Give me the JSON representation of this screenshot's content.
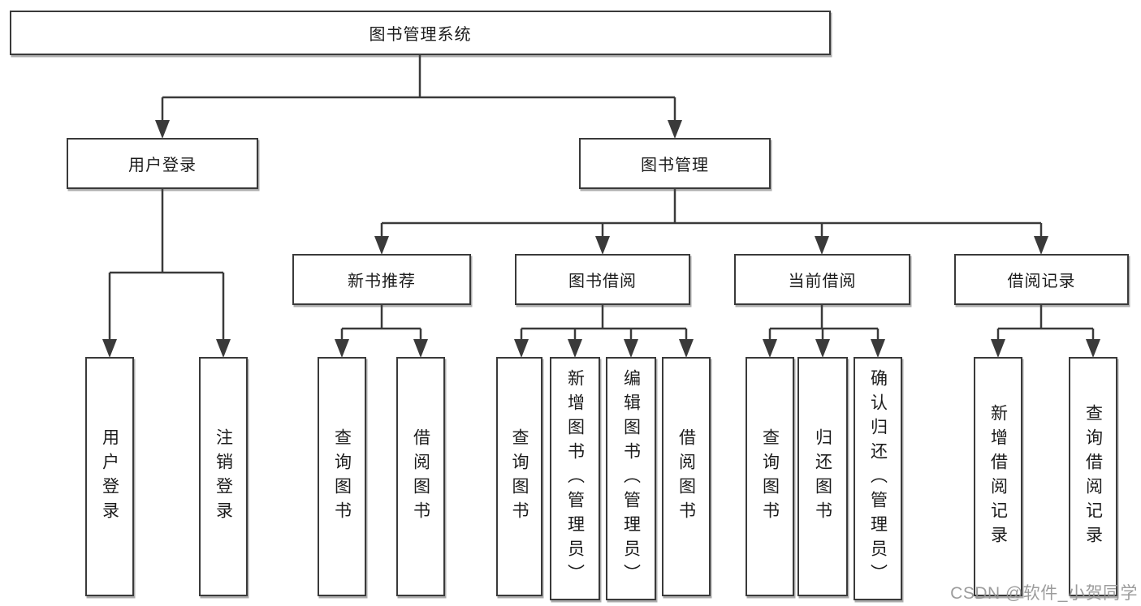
{
  "diagram": {
    "root": {
      "label": "图书管理系统"
    },
    "level2": [
      {
        "label": "用户登录"
      },
      {
        "label": "图书管理"
      }
    ],
    "level3": [
      {
        "label": "新书推荐"
      },
      {
        "label": "图书借阅"
      },
      {
        "label": "当前借阅"
      },
      {
        "label": "借阅记录"
      }
    ],
    "leaves": {
      "user_login": [
        {
          "label": "用户登录"
        },
        {
          "label": "注销登录"
        }
      ],
      "new_book": [
        {
          "label": "查询图书"
        },
        {
          "label": "借阅图书"
        }
      ],
      "book_borrow": [
        {
          "label": "查询图书"
        },
        {
          "label": "新增图书（管理员）"
        },
        {
          "label": "编辑图书（管理员）"
        },
        {
          "label": "借阅图书"
        }
      ],
      "current_borrow": [
        {
          "label": "查询图书"
        },
        {
          "label": "归还图书"
        },
        {
          "label": "确认归还（管理员）"
        }
      ],
      "borrow_record": [
        {
          "label": "新增借阅记录"
        },
        {
          "label": "查询借阅记录"
        }
      ]
    }
  },
  "watermark": {
    "text": "CSDN @软件_小贺同学"
  },
  "colors": {
    "line": "#3a3a3a",
    "text": "#1c1c1c",
    "background": "#ffffff",
    "watermark": "#949494"
  }
}
